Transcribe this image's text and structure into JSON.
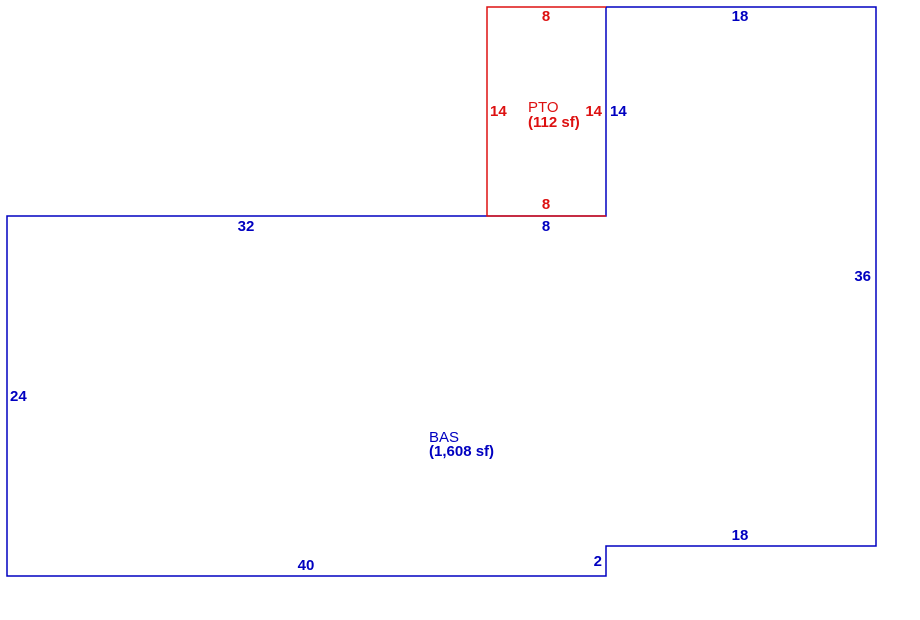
{
  "colors": {
    "bas": "#0000c0",
    "pto": "#dd1111"
  },
  "bas": {
    "code": "BAS",
    "area": "(1,608 sf)",
    "dims": {
      "top_right": "18",
      "right": "36",
      "right_upper": "14",
      "top_left": "32",
      "top_mid": "8",
      "left": "24",
      "bottom_left": "40",
      "step": "2",
      "bottom_right": "18"
    }
  },
  "pto": {
    "code": "PTO",
    "area": "(112 sf)",
    "dims": {
      "top": "8",
      "bottom": "8",
      "left": "14",
      "right": "14"
    }
  }
}
